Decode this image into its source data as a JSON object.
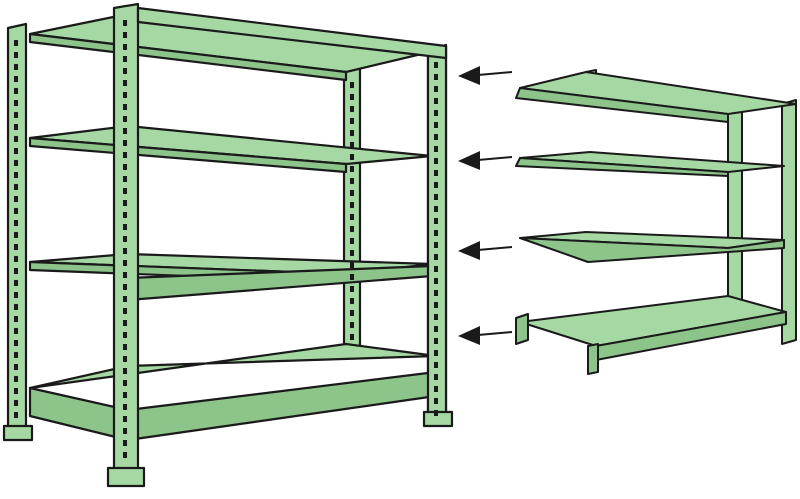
{
  "diagram": {
    "description_text": "",
    "colors": {
      "fill": "#a6d8a4",
      "fill_dark": "#8cc48a",
      "outline": "#1a1a1a",
      "background": "#ffffff"
    },
    "icons": {
      "arrow": "left-arrow-icon"
    },
    "main_unit": {
      "levels": 4
    },
    "addon_unit": {
      "levels": 4
    },
    "arrows": {
      "count": 4,
      "direction": "left"
    }
  }
}
